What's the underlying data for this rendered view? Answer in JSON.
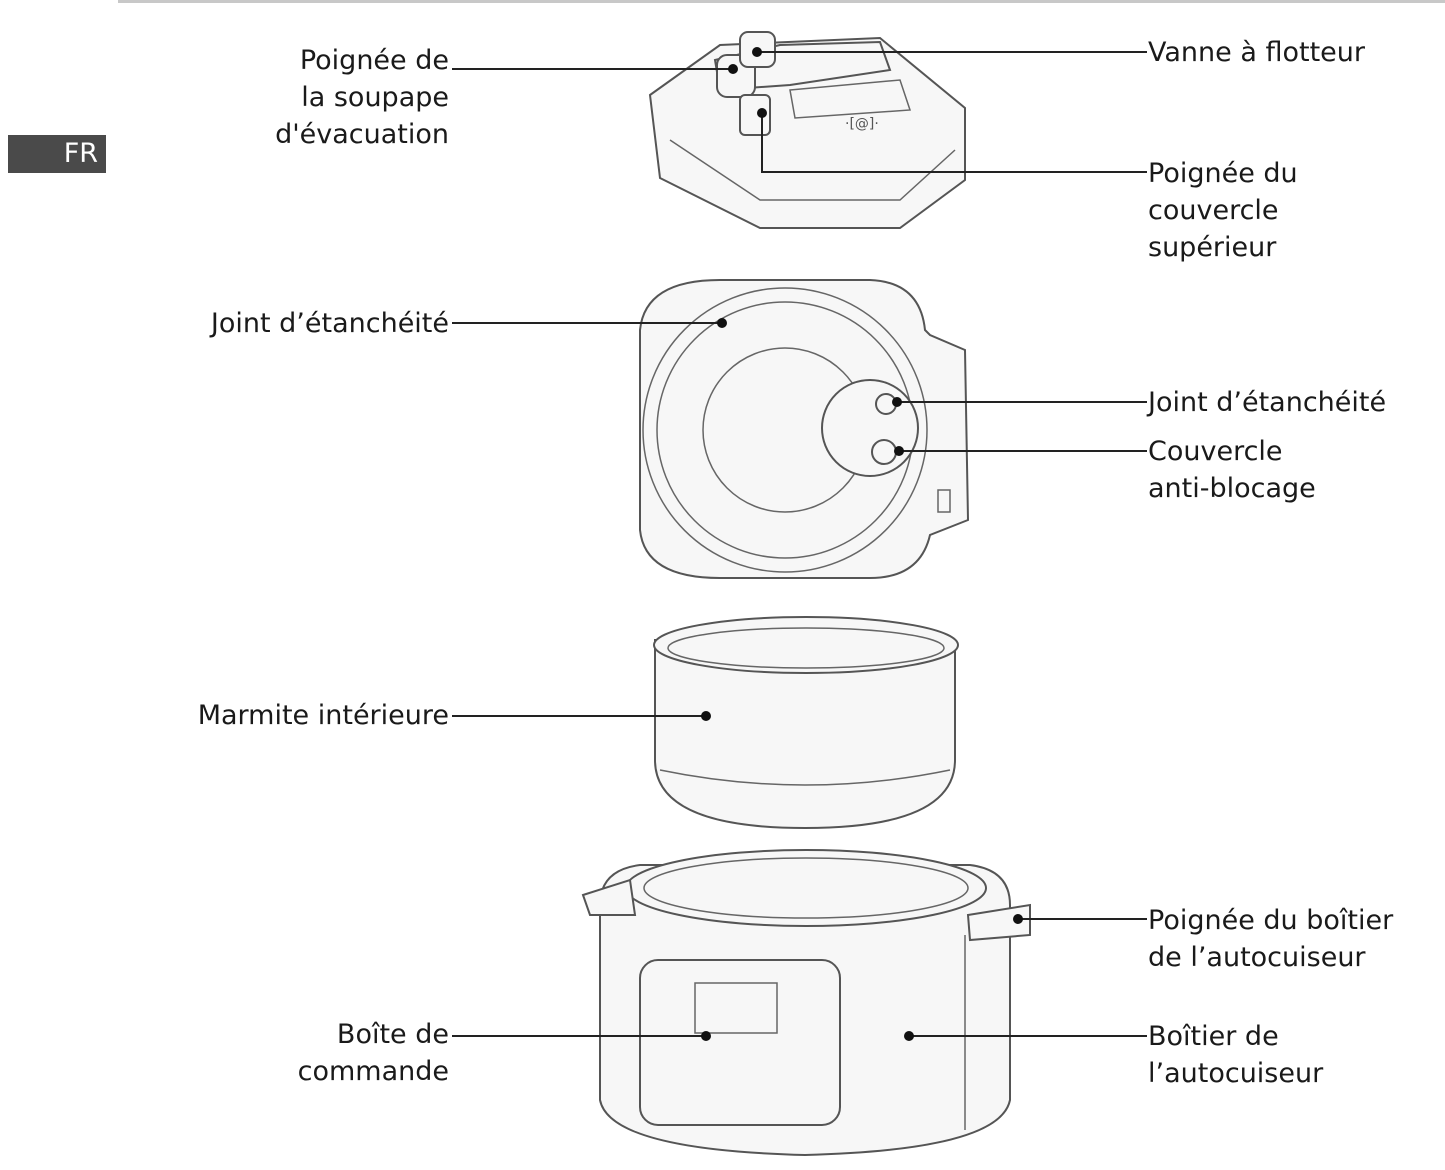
{
  "language_tab": "FR",
  "labels": {
    "release_valve_handle": "Poignée de\nla soupape\nd'évacuation",
    "float_valve": "Vanne à flotteur",
    "top_lid_handle": "Poignée du\ncouvercle\nsupérieur",
    "sealing_ring_left": "Joint d’étanchéité",
    "sealing_ring_right": "Joint d’étanchéité",
    "anti_block_cover": "Couvercle\nanti-blocage",
    "inner_pot": "Marmite intérieure",
    "cooker_base_handle": "Poignée du boîtier\nde l’autocuiseur",
    "control_box": "Boîte de\ncommande",
    "cooker_base": "Boîtier de\nl’autocuiseur"
  }
}
